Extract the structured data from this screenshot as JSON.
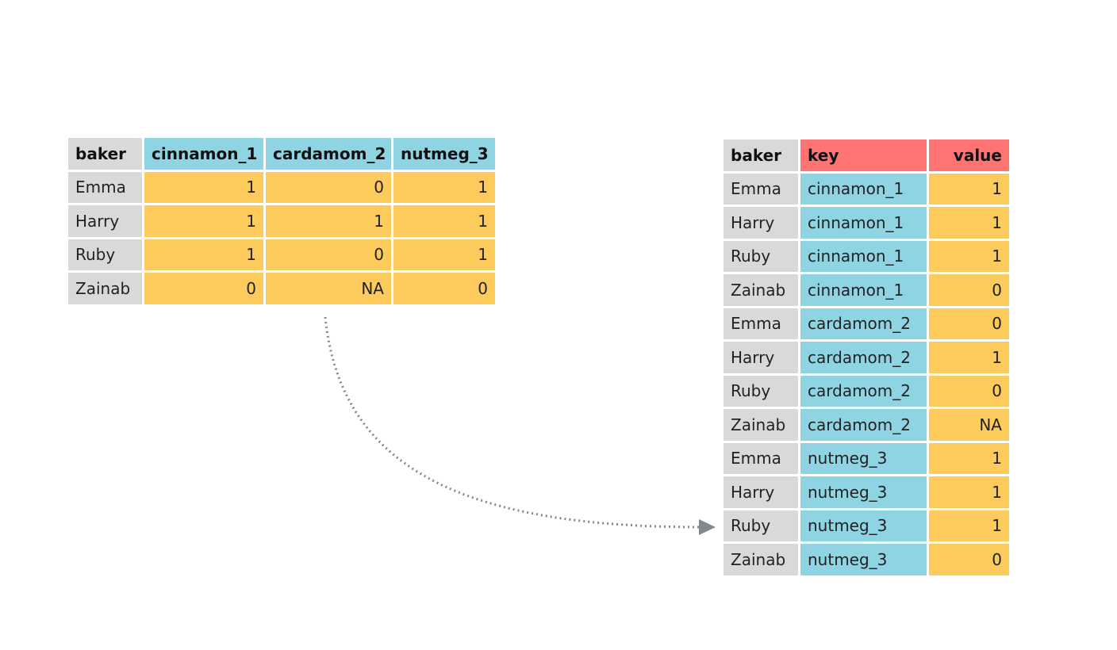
{
  "colors": {
    "id": "#d9d9d9",
    "header_var": "#8fd4e3",
    "value": "#fdcb5c",
    "key_header": "#ff7373",
    "key_cell": "#8fd4e3",
    "arrow": "#7f8a8f"
  },
  "wide_table": {
    "columns": [
      "baker",
      "cinnamon_1",
      "cardamom_2",
      "nutmeg_3"
    ],
    "rows": [
      [
        "Emma",
        "1",
        "0",
        "1"
      ],
      [
        "Harry",
        "1",
        "1",
        "1"
      ],
      [
        "Ruby",
        "1",
        "0",
        "1"
      ],
      [
        "Zainab",
        "0",
        "NA",
        "0"
      ]
    ]
  },
  "long_table": {
    "columns": [
      "baker",
      "key",
      "value"
    ],
    "rows": [
      [
        "Emma",
        "cinnamon_1",
        "1"
      ],
      [
        "Harry",
        "cinnamon_1",
        "1"
      ],
      [
        "Ruby",
        "cinnamon_1",
        "1"
      ],
      [
        "Zainab",
        "cinnamon_1",
        "0"
      ],
      [
        "Emma",
        "cardamom_2",
        "0"
      ],
      [
        "Harry",
        "cardamom_2",
        "1"
      ],
      [
        "Ruby",
        "cardamom_2",
        "0"
      ],
      [
        "Zainab",
        "cardamom_2",
        "NA"
      ],
      [
        "Emma",
        "nutmeg_3",
        "1"
      ],
      [
        "Harry",
        "nutmeg_3",
        "1"
      ],
      [
        "Ruby",
        "nutmeg_3",
        "1"
      ],
      [
        "Zainab",
        "nutmeg_3",
        "0"
      ]
    ]
  }
}
